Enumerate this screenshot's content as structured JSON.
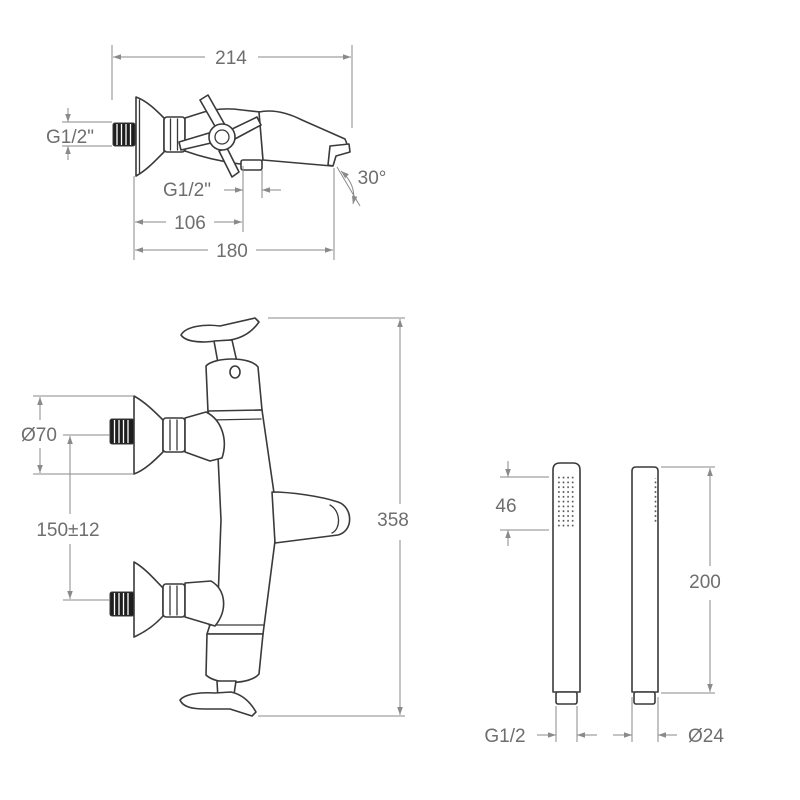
{
  "drawing": {
    "side_view": {
      "overall_length": "214",
      "inlet_thread": "G1/2\"",
      "outlet_thread": "G1/2\"",
      "spout_angle": "30°",
      "outlet_offset": "106",
      "projection": "180"
    },
    "front_view": {
      "escutcheon_diameter": "Ø70",
      "inlet_spacing": "150±12",
      "overall_height": "358"
    },
    "hand_shower": {
      "spray_face_length": "46",
      "length": "200",
      "connection_thread": "G1/2",
      "diameter": "Ø24"
    }
  },
  "colors": {
    "outline": "#3a3a3a",
    "dimension": "#8a8a8a",
    "text": "#6e6e6e",
    "thread": "#1e1e1e"
  }
}
